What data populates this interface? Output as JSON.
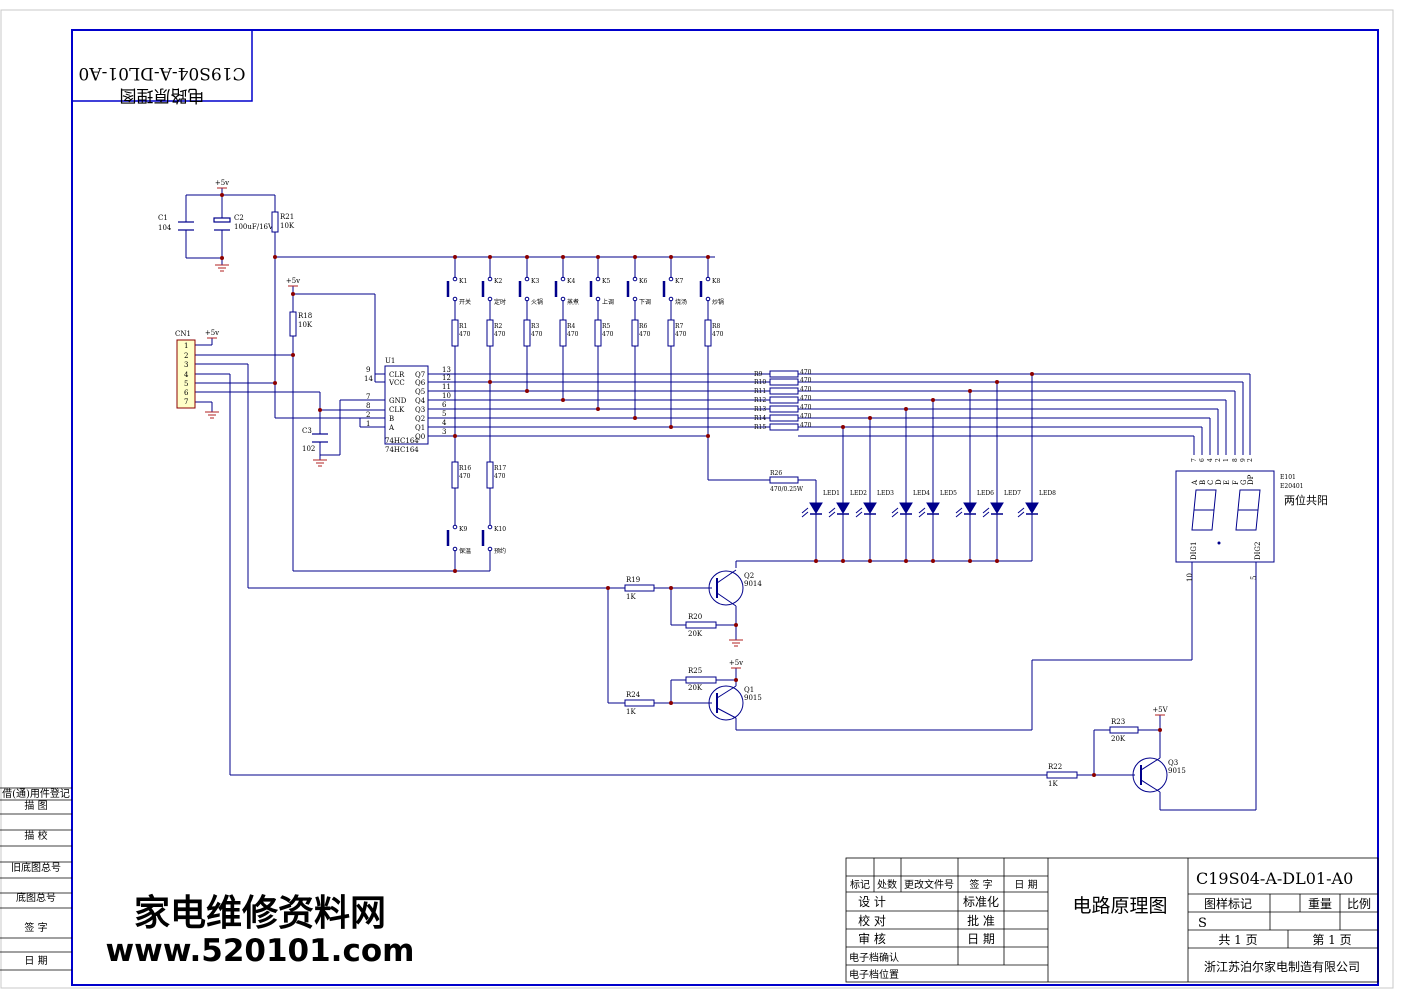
{
  "colors": {
    "frame": "#0000cc",
    "wire": "#00008b",
    "junction": "#8b0000",
    "power": "#b22222",
    "text": "#000000"
  },
  "header": {
    "drawing_no": "C19S04-A-DL01-A0",
    "title": "电路原理图"
  },
  "left_strip": [
    "借(通)用件登记",
    "描 图",
    "描 校",
    "旧底图总号",
    "底图总号",
    "签 字",
    "日 期"
  ],
  "watermark": {
    "line1": "家电维修资料网",
    "line2": "www.520101.com"
  },
  "title_block": {
    "headers": [
      "标记",
      "处数",
      "更改文件号",
      "签 字",
      "日 期"
    ],
    "roles": [
      "设 计",
      "校 对",
      "审 核",
      "电子档确认",
      "电子档位置"
    ],
    "roles2": [
      "标准化",
      "批 准",
      "日 期"
    ],
    "title": "电路原理图",
    "drawing_no": "C19S04-A-DL01-A0",
    "fields": [
      "图样标记",
      "重量",
      "比例"
    ],
    "mark": "S",
    "total_sheets": "共 1 页",
    "sheet": "第 1 页",
    "company": "浙江苏泊尔家电制造有限公司"
  },
  "components": {
    "power": "+5v",
    "power5v": "+5V",
    "c1": {
      "ref": "C1",
      "value": "104"
    },
    "c2": {
      "ref": "C2",
      "value": "100uF/16V"
    },
    "c3": {
      "ref": "C3",
      "value": "102"
    },
    "r21": {
      "ref": "R21",
      "value": "10K"
    },
    "r18": {
      "ref": "R18",
      "value": "10K"
    },
    "cn1": {
      "ref": "CN1",
      "pins": [
        "1",
        "2",
        "3",
        "4",
        "5",
        "6",
        "7"
      ]
    },
    "u1": {
      "ref": "U1",
      "part": "74HC164",
      "pins_left": [
        "CLR",
        "VCC",
        "GND",
        "CLK",
        "B",
        "A"
      ],
      "pin_nums_left": [
        "9",
        "14",
        "7",
        "8",
        "2",
        "1"
      ],
      "pins_right": [
        "Q7",
        "Q6",
        "Q5",
        "Q4",
        "Q3",
        "Q2",
        "Q1",
        "Q0"
      ],
      "pin_nums_right": [
        "13",
        "12",
        "11",
        "10",
        "6",
        "5",
        "4",
        "3"
      ]
    },
    "keys": [
      {
        "ref": "K1",
        "label": "开关",
        "r": "R1"
      },
      {
        "ref": "K2",
        "label": "定时",
        "r": "R2"
      },
      {
        "ref": "K3",
        "label": "火锅",
        "r": "R3"
      },
      {
        "ref": "K4",
        "label": "蒸煮",
        "r": "R4"
      },
      {
        "ref": "K5",
        "label": "上调",
        "r": "R5"
      },
      {
        "ref": "K6",
        "label": "下调",
        "r": "R6"
      },
      {
        "ref": "K7",
        "label": "烧汤",
        "r": "R7"
      },
      {
        "ref": "K8",
        "label": "炒锅",
        "r": "R8"
      }
    ],
    "key_r_value": "470",
    "seg_resistors": [
      "R9",
      "R10",
      "R11",
      "R12",
      "R13",
      "R14",
      "R15"
    ],
    "seg_r_value": "470",
    "k9": {
      "ref": "K9",
      "label": "保温",
      "r": "R16"
    },
    "k10": {
      "ref": "K10",
      "label": "预约",
      "r": "R17"
    },
    "r26": {
      "ref": "R26",
      "value": "470/0.25W"
    },
    "leds": [
      "LED1",
      "LED2",
      "LED3",
      "LED4",
      "LED5",
      "LED6",
      "LED7",
      "LED8"
    ],
    "display": {
      "ref": "E101",
      "part": "E20401",
      "desc": "两位共阳",
      "pins": [
        "A",
        "B",
        "C",
        "D",
        "E",
        "F",
        "G",
        "DP"
      ],
      "pin_nums": [
        "7",
        "6",
        "4",
        "2",
        "1",
        "8",
        "9",
        "2"
      ],
      "dig1": "DIG1",
      "dig2": "DIG2",
      "dig1_pin": "10",
      "dig2_pin": "5"
    },
    "q1": {
      "ref": "Q1",
      "part": "9015"
    },
    "q2": {
      "ref": "Q2",
      "part": "9014"
    },
    "q3": {
      "ref": "Q3",
      "part": "9015"
    },
    "r19": {
      "ref": "R19",
      "value": "1K"
    },
    "r20": {
      "ref": "R20",
      "value": "20K"
    },
    "r24": {
      "ref": "R24",
      "value": "1K"
    },
    "r25": {
      "ref": "R25",
      "value": "20K"
    },
    "r22": {
      "ref": "R22",
      "value": "1K"
    },
    "r23": {
      "ref": "R23",
      "value": "20K"
    }
  }
}
